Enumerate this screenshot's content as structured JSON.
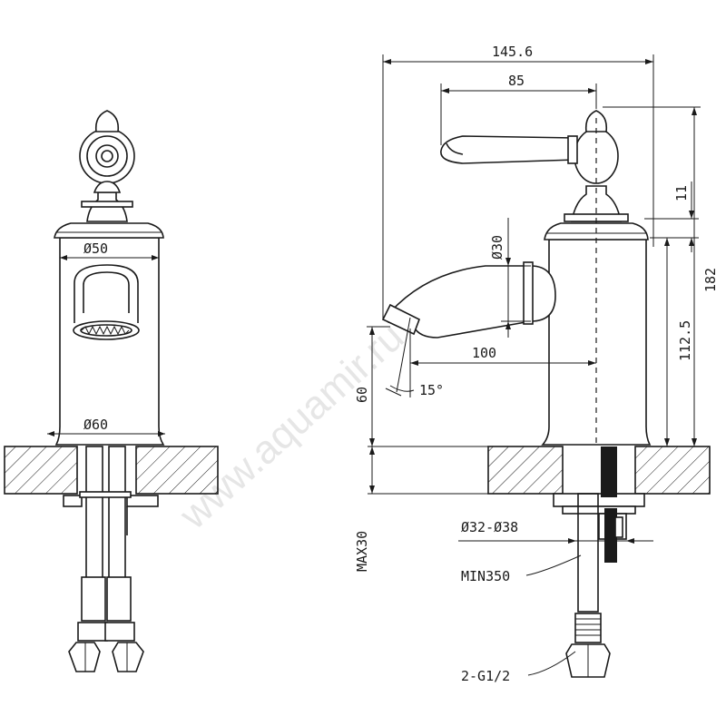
{
  "watermark": "www.aquamir.ru",
  "dimensions": {
    "total_width": "145.6",
    "handle_reach": "85",
    "base_diameter_top": "Ø50",
    "base_diameter_bottom": "Ø60",
    "spout_diameter": "Ø30",
    "spout_reach": "100",
    "spout_angle": "15°",
    "spout_height": "60",
    "cap_height": "11",
    "body_height": "112.5",
    "total_height": "182",
    "max_deck": "MAX30",
    "hole_diameter": "Ø32-Ø38",
    "hose_length": "MIN350",
    "connection": "2-G1/2"
  }
}
